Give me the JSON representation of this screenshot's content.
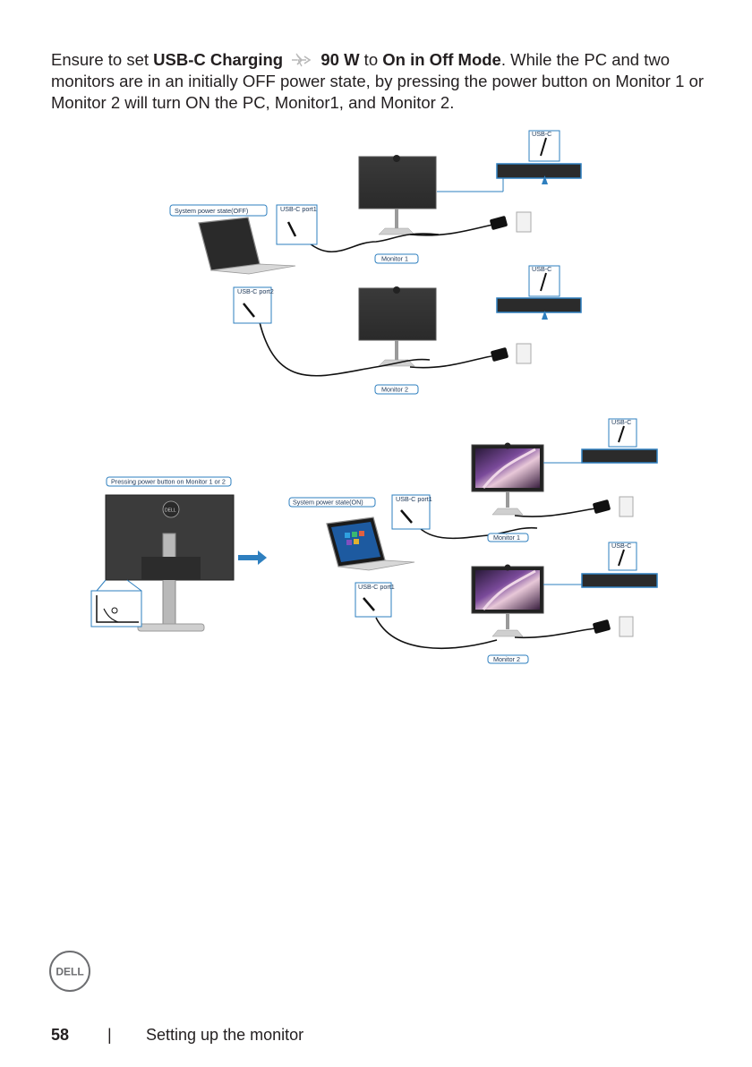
{
  "intro": {
    "t1": "Ensure to set ",
    "b1": "USB-C Charging",
    "b2": "90 W",
    "t2": " to ",
    "b3": "On in Off Mode",
    "t3": ". While the PC and two monitors are in an initially OFF power state, by pressing the power button on Monitor 1 or Monitor 2 will turn ON the PC, Monitor1, and Monitor 2."
  },
  "diagram_top": {
    "system_state": "System power state(OFF)",
    "port1": "USB-C port1",
    "port2": "USB-C port2",
    "usbc_1": "USB-C",
    "usbc_2": "USB-C",
    "monitor1": "Monitor 1",
    "monitor2": "Monitor 2"
  },
  "diagram_bottom": {
    "pressing": "Pressing power button on Monitor 1 or 2",
    "system_state": "System power state(ON)",
    "port1_a": "USB-C port1",
    "port1_b": "USB-C port1",
    "usbc_1": "USB-C",
    "usbc_2": "USB-C",
    "monitor1": "Monitor 1",
    "monitor2": "Monitor 2"
  },
  "logo_text": "DELL",
  "footer": {
    "page_number": "58",
    "separator": "|",
    "section_title": "Setting up the monitor"
  }
}
